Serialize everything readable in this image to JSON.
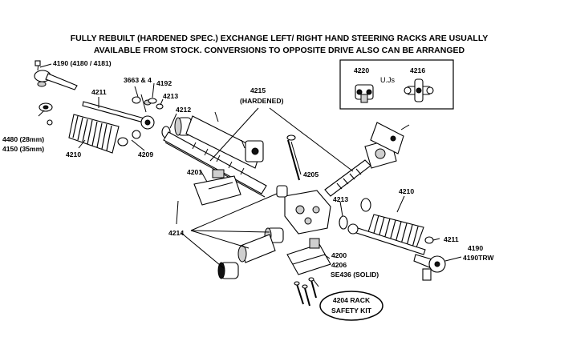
{
  "header": {
    "line1": "FULLY REBUILT (HARDENED SPEC.)  EXCHANGE LEFT/ RIGHT HAND STEERING RACKS ARE USUALLY",
    "line2": "AVAILABLE FROM STOCK. CONVERSIONS TO OPPOSITE DRIVE ALSO CAN BE ARRANGED"
  },
  "inset": {
    "title": "U.Js",
    "left_part": "4220",
    "right_part": "4216"
  },
  "labels": {
    "p4190_top": "4190 (4180 / 4181)",
    "p3663": "3663 & 4",
    "p4192": "4192",
    "p4213_top": "4213",
    "p4211_left": "4211",
    "p4212": "4212",
    "p4215": "4215",
    "p4215_note": "(HARDENED)",
    "p4480": "4480 (28mm)",
    "p4150": "4150 (35mm)",
    "p4210_left": "4210",
    "p4209": "4209",
    "p4201": "4201",
    "p4205": "4205",
    "p4213_mid": "4213",
    "p4210_right": "4210",
    "p4214": "4214",
    "p4211_right": "4211",
    "p4190_right": "4190",
    "p4190TRW": "4190TRW",
    "p4200": "4200",
    "p4206": "4206",
    "se436": "SE436 (SOLID)",
    "kit_line1": "4204 RACK",
    "kit_line2": "SAFETY KIT"
  }
}
